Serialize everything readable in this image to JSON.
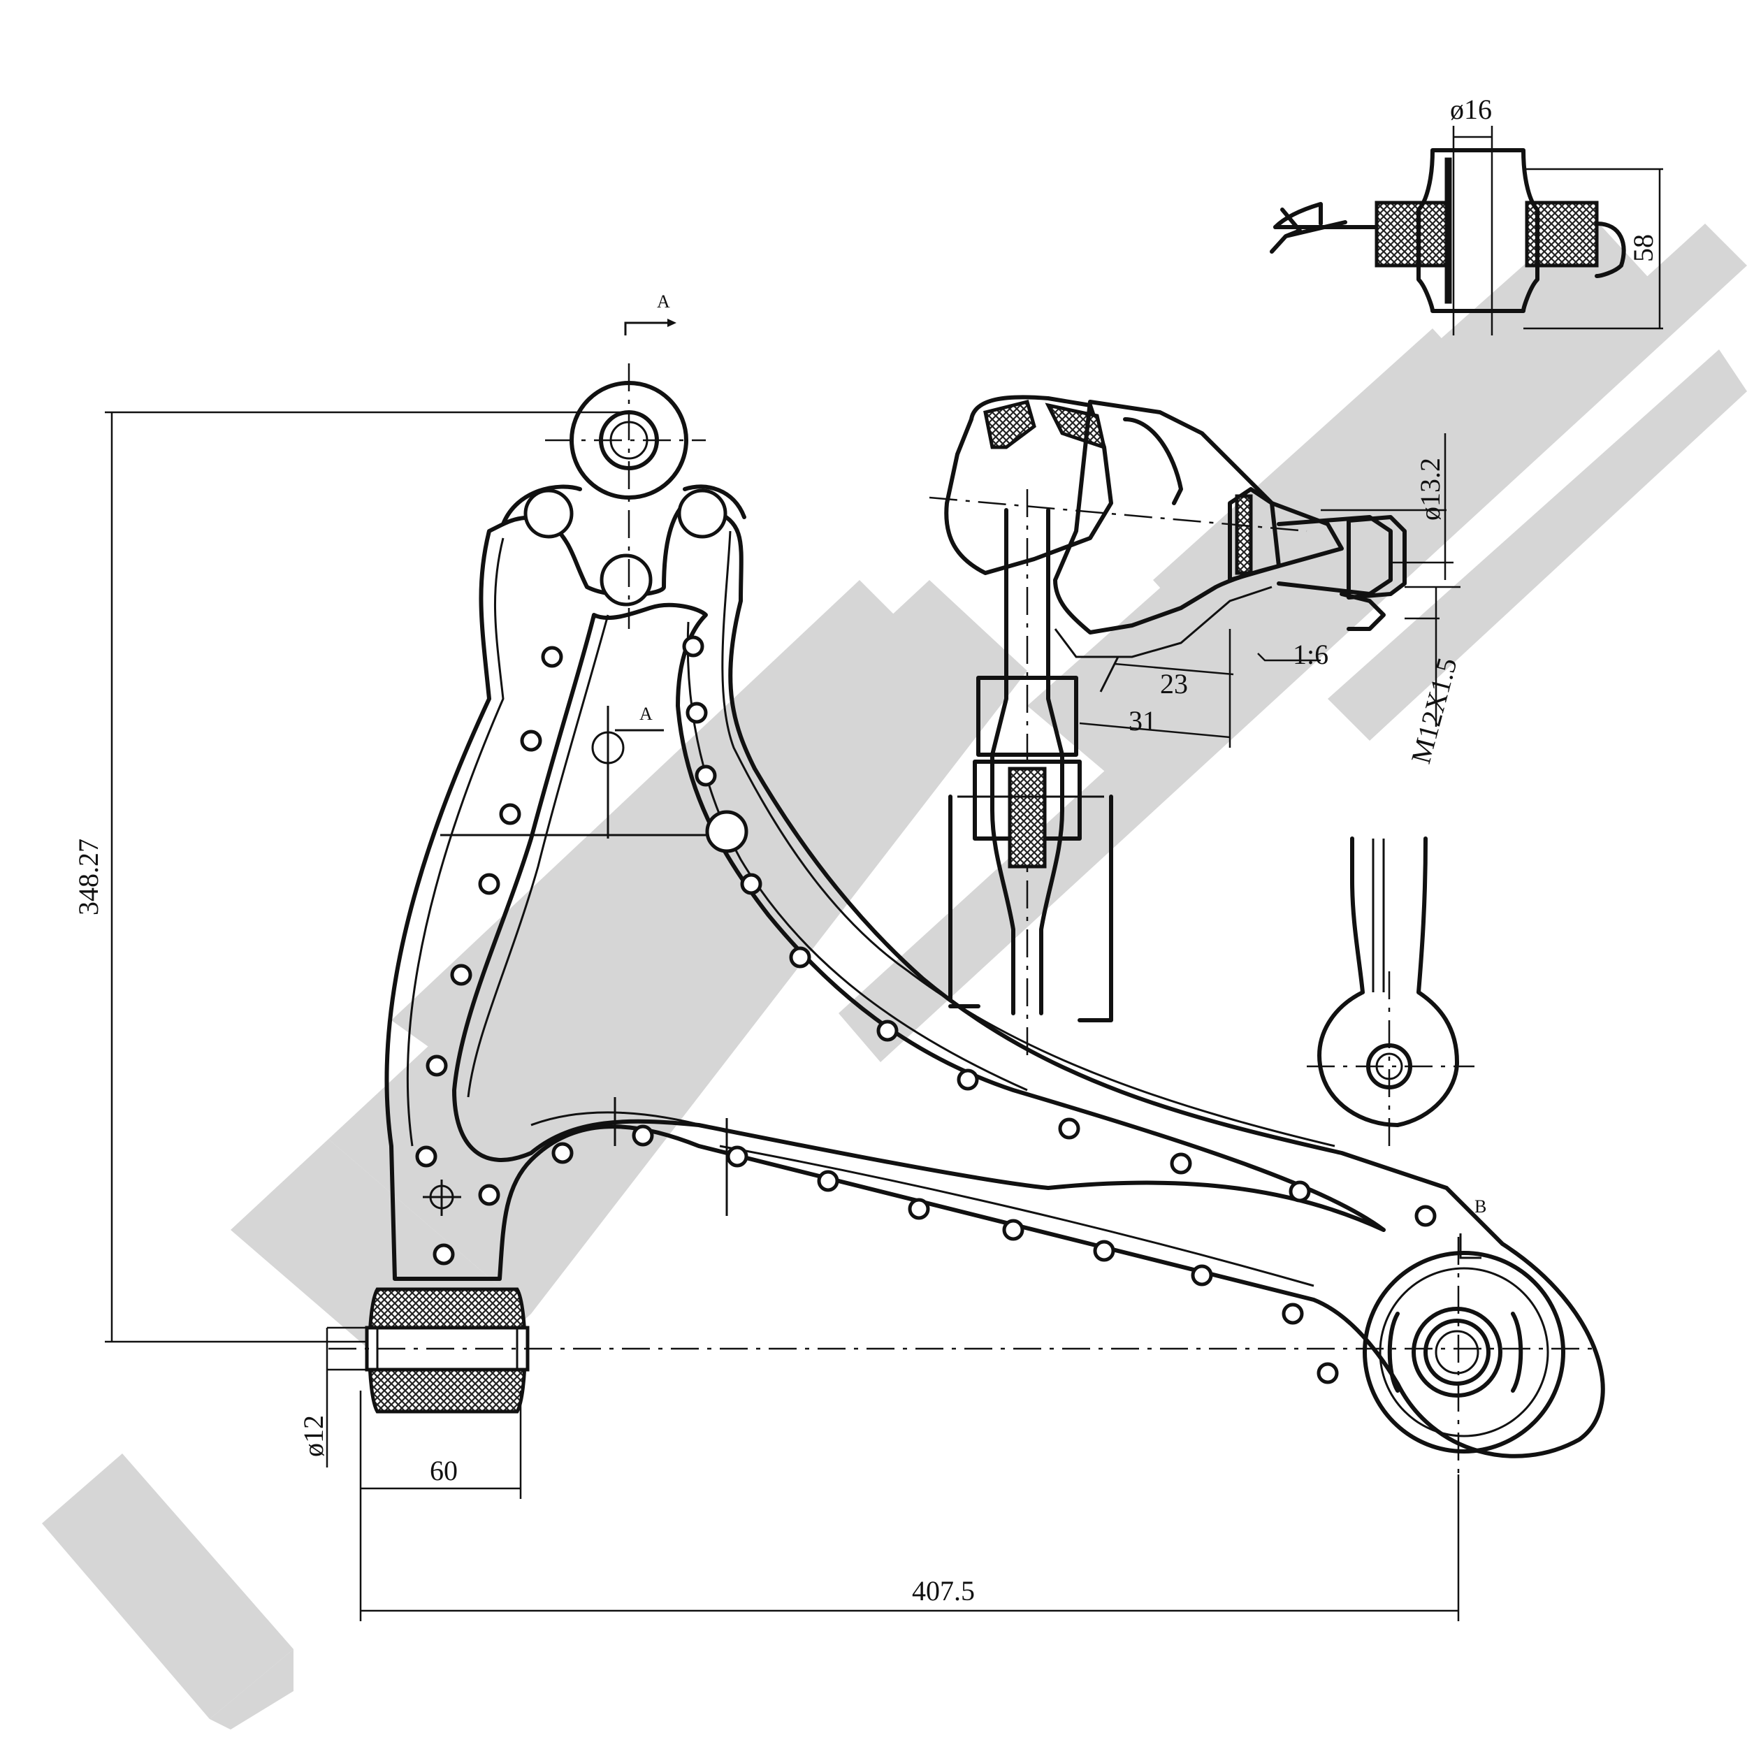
{
  "dimensions": {
    "height_348": "348.27",
    "width_407": "407.5",
    "bush_length_60": "60",
    "bush_bore_12": "ø12",
    "rear_bush_bore_16": "ø16",
    "rear_bush_length_58": "58",
    "joint_taper_13": "ø13.2",
    "joint_thread": "M12X1.5",
    "taper_ratio": "1:6",
    "joint_len_23": "23",
    "joint_len_31": "31"
  },
  "section_marks": {
    "section_a_top": "A",
    "section_a_mid": "A",
    "section_b": "B"
  }
}
